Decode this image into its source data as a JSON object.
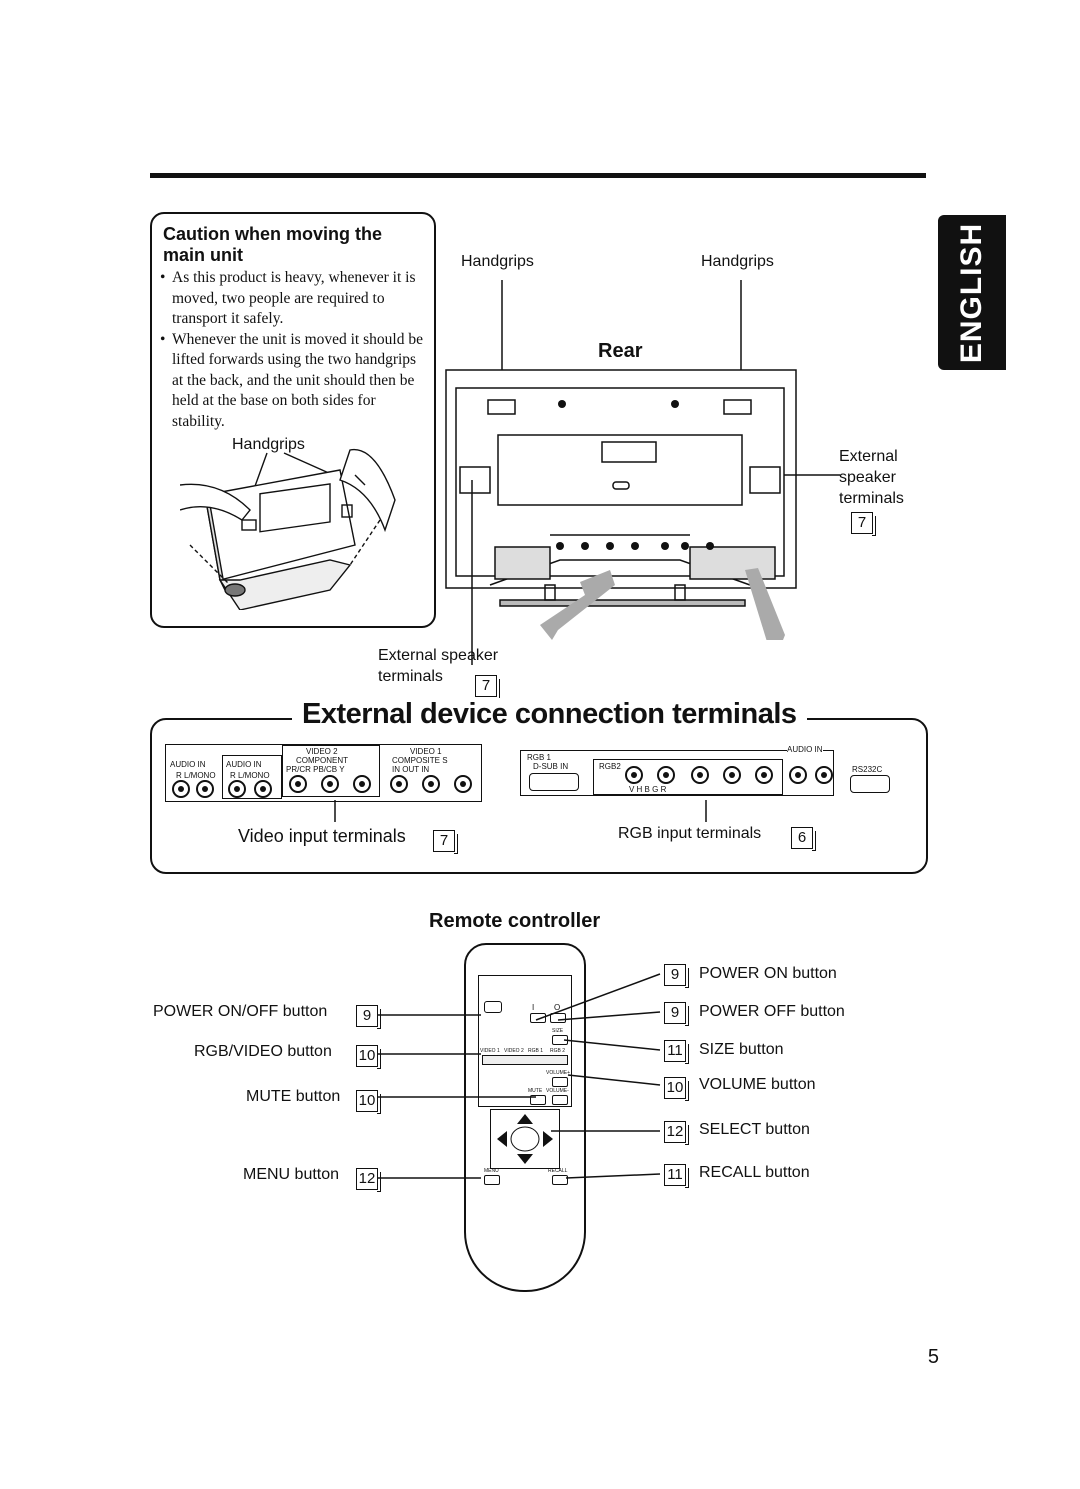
{
  "page": {
    "number": "5",
    "language_tab": "ENGLISH"
  },
  "caution": {
    "title": "Caution when moving the main unit",
    "bullets": [
      "As this product is heavy, whenever it is moved, two people are required to transport it safely.",
      "Whenever the unit is moved it should be lifted forwards using the two handgrips at the back, and the unit should then be held at the base on both sides for stability."
    ],
    "figure_label": "Handgrips"
  },
  "rear": {
    "title": "Rear",
    "handgrips_left": "Handgrips",
    "handgrips_right": "Handgrips",
    "ext_speaker_right": [
      "External",
      "speaker",
      "terminals"
    ],
    "ext_speaker_right_ref": "7",
    "ext_speaker_bottom": [
      "External speaker",
      "terminals"
    ],
    "ext_speaker_bottom_ref": "7"
  },
  "external": {
    "title": "External device connection terminals",
    "video_panel": {
      "audio_in_1": "AUDIO IN",
      "audio_in_1_sub": "R   L/MONO",
      "audio_in_2": "AUDIO IN",
      "audio_in_2_sub": "R   L/MONO",
      "video2": "VIDEO 2",
      "component": "COMPONENT",
      "component_sub": "PR/CR  PB/CB    Y",
      "video1": "VIDEO 1",
      "composite": "COMPOSITE    S",
      "composite_sub": "IN     OUT      IN"
    },
    "rgb_panel": {
      "rgb1": "RGB 1",
      "dsub": "D-SUB IN",
      "rgb2": "RGB2",
      "rgb2_sub": "V       H       B       G       R",
      "audio_in": "AUDIO IN",
      "rs232c": "RS232C"
    },
    "video_label": "Video input terminals",
    "video_ref": "7",
    "rgb_label": "RGB input terminals",
    "rgb_ref": "6"
  },
  "remote": {
    "title": "Remote controller",
    "left_buttons": [
      {
        "label": "POWER ON/OFF button",
        "ref": "9"
      },
      {
        "label": "RGB/VIDEO button",
        "ref": "10"
      },
      {
        "label": "MUTE button",
        "ref": "10"
      },
      {
        "label": "MENU button",
        "ref": "12"
      }
    ],
    "right_buttons": [
      {
        "label": "POWER ON button",
        "ref": "9"
      },
      {
        "label": "POWER OFF button",
        "ref": "9"
      },
      {
        "label": "SIZE button",
        "ref": "11"
      },
      {
        "label": "VOLUME button",
        "ref": "10"
      },
      {
        "label": "SELECT button",
        "ref": "12"
      },
      {
        "label": "RECALL button",
        "ref": "11"
      }
    ],
    "keys": {
      "size": "SIZE",
      "video1": "VIDEO 1",
      "video2": "VIDEO 2",
      "rgb1": "RGB 1",
      "rgb2": "RGB 2",
      "volume_up": "VOLUME+",
      "mute": "MUTE",
      "volume_down": "VOLUME-",
      "menu": "MENU",
      "recall": "RECALL",
      "on": "I",
      "off": "O"
    }
  }
}
